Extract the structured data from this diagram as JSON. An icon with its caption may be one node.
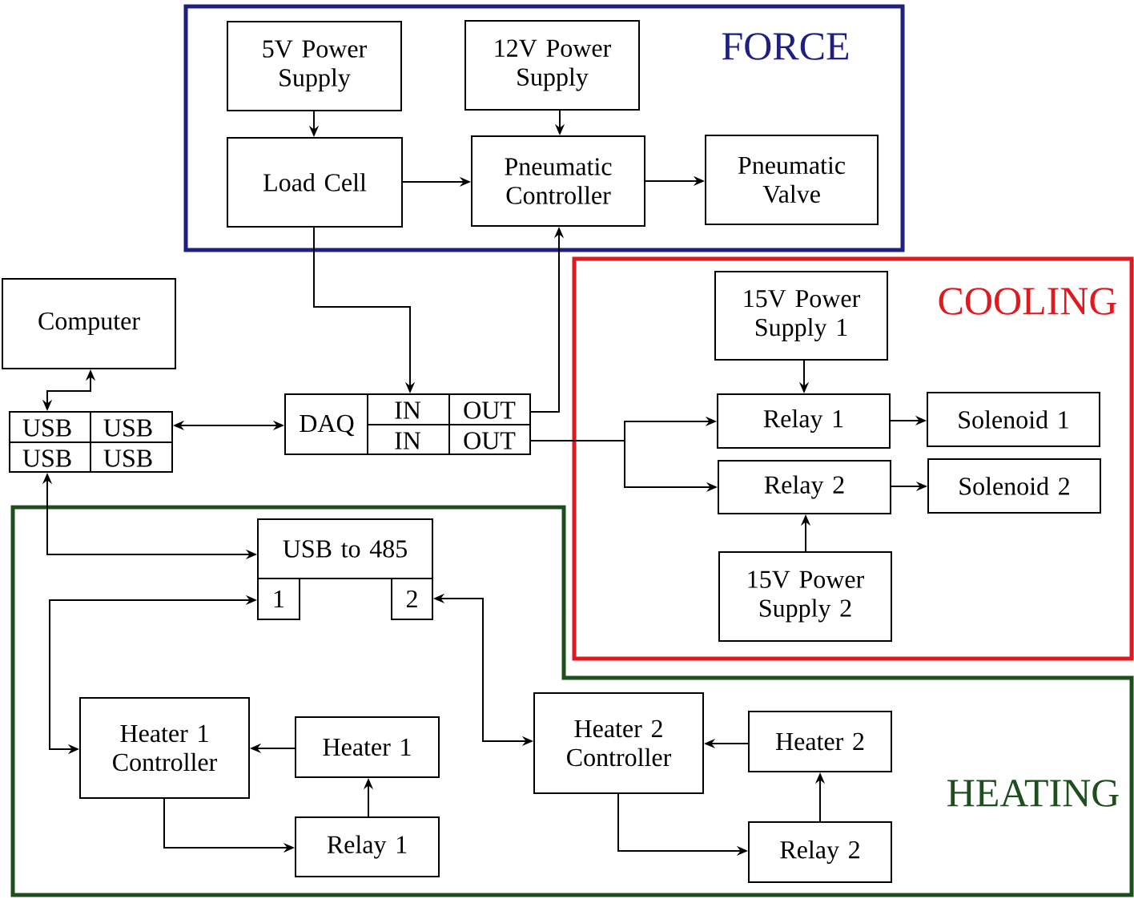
{
  "diagram": {
    "nodes": [
      {
        "text": [
          "FORCE"
        ]
      },
      {
        "text": [
          "5V Power Supply"
        ],
        "in": 0
      },
      {
        "text": [
          "12V Power Supply"
        ],
        "in": 0
      },
      {
        "text": [
          "Load Cell"
        ],
        "in": 0
      },
      {
        "text": [
          "Pneumatic Controller"
        ],
        "in": 0
      },
      {
        "text": [
          "Pneumatic Valve"
        ],
        "in": 0
      },
      {
        "text": [
          "COOLING"
        ]
      },
      {
        "text": [
          "15V Power Supply 1"
        ],
        "in": 6
      },
      {
        "text": [
          "Relay 1"
        ],
        "in": 6
      },
      {
        "text": [
          "Solenoid 1"
        ],
        "in": 6
      },
      {
        "text": [
          "Relay 2"
        ],
        "in": 6
      },
      {
        "text": [
          "Solenoid 2"
        ],
        "in": 6
      },
      {
        "text": [
          "15V Power Supply 2"
        ],
        "in": 6
      },
      {
        "text": [
          "HEATING"
        ]
      },
      {
        "text": [
          "Computer"
        ]
      },
      {
        "text": [
          "USB",
          "USB",
          "USB",
          "USB"
        ]
      },
      {
        "text": [
          "DAQ",
          "IN",
          "OUT",
          "IN",
          "OUT"
        ]
      },
      {
        "text": [
          "USB to 485"
        ],
        "in": 13
      },
      {
        "text": [
          "1"
        ],
        "in": 13
      },
      {
        "text": [
          "2"
        ],
        "in": 13
      },
      {
        "text": [
          "Heater 1 Controller"
        ],
        "in": 13
      },
      {
        "text": [
          "Heater 1"
        ],
        "in": 13
      },
      {
        "text": [
          "Relay 1"
        ],
        "in": 13
      },
      {
        "text": [
          "Heater 2 Controller"
        ],
        "in": 13
      },
      {
        "text": [
          "Heater 2"
        ],
        "in": 13
      },
      {
        "text": [
          "Relay 2"
        ],
        "in": 13
      }
    ],
    "edges": [
      {
        "from": 1,
        "to": 3,
        "arrow": "to"
      },
      {
        "from": 2,
        "to": 4,
        "arrow": "to"
      },
      {
        "from": 3,
        "to": 4,
        "arrow": "to"
      },
      {
        "from": 4,
        "to": 5,
        "arrow": "to"
      },
      {
        "from": 3,
        "to": 16,
        "arrow": "to"
      },
      {
        "from": 16,
        "to": 4,
        "arrow": "to"
      },
      {
        "from": 16,
        "to": 8,
        "arrow": "to"
      },
      {
        "from": 16,
        "to": 10,
        "arrow": "to"
      },
      {
        "from": 7,
        "to": 8,
        "arrow": "to"
      },
      {
        "from": 8,
        "to": 9,
        "arrow": "to"
      },
      {
        "from": 10,
        "to": 11,
        "arrow": "to"
      },
      {
        "from": 12,
        "to": 10,
        "arrow": "to"
      },
      {
        "from": 14,
        "to": 15,
        "arrow": "both"
      },
      {
        "from": 15,
        "to": 16,
        "arrow": "both"
      },
      {
        "from": 15,
        "to": 17,
        "arrow": "both"
      },
      {
        "from": 18,
        "to": 20,
        "arrow": "both"
      },
      {
        "from": 19,
        "to": 23,
        "arrow": "both"
      },
      {
        "from": 21,
        "to": 20,
        "arrow": "to"
      },
      {
        "from": 22,
        "to": 21,
        "arrow": "to"
      },
      {
        "from": 20,
        "to": 22,
        "arrow": "to"
      },
      {
        "from": 24,
        "to": 23,
        "arrow": "to"
      },
      {
        "from": 25,
        "to": 24,
        "arrow": "to"
      },
      {
        "from": 23,
        "to": 25,
        "arrow": "to"
      }
    ]
  }
}
